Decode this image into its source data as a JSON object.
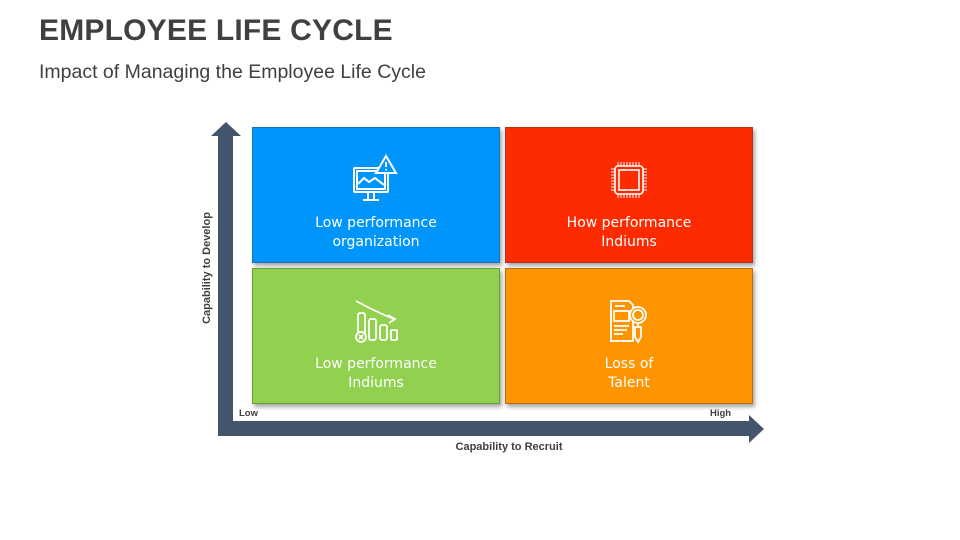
{
  "header": {
    "title": "EMPLOYEE LIFE CYCLE",
    "subtitle": "Impact of Managing the Employee Life Cycle"
  },
  "matrix": {
    "y_axis": {
      "label": "Capability to Develop"
    },
    "x_axis": {
      "label": "Capability to Recruit",
      "low": "Low",
      "high": "High"
    },
    "axis_color": "#44546a",
    "quadrants": [
      {
        "position": "top-left",
        "label_line1": "Low performance",
        "label_line2": "organization",
        "icon": "monitor-warning-icon",
        "color": "#0095fa"
      },
      {
        "position": "top-right",
        "label_line1": "How performance",
        "label_line2": "Indiums",
        "icon": "chip-icon",
        "color": "#fe2a00"
      },
      {
        "position": "bottom-left",
        "label_line1": "Low performance",
        "label_line2": "Indiums",
        "icon": "declining-bars-icon",
        "color": "#92d04f"
      },
      {
        "position": "bottom-right",
        "label_line1": "Loss of",
        "label_line2": "Talent",
        "icon": "document-search-icon",
        "color": "#fe9500"
      }
    ]
  }
}
